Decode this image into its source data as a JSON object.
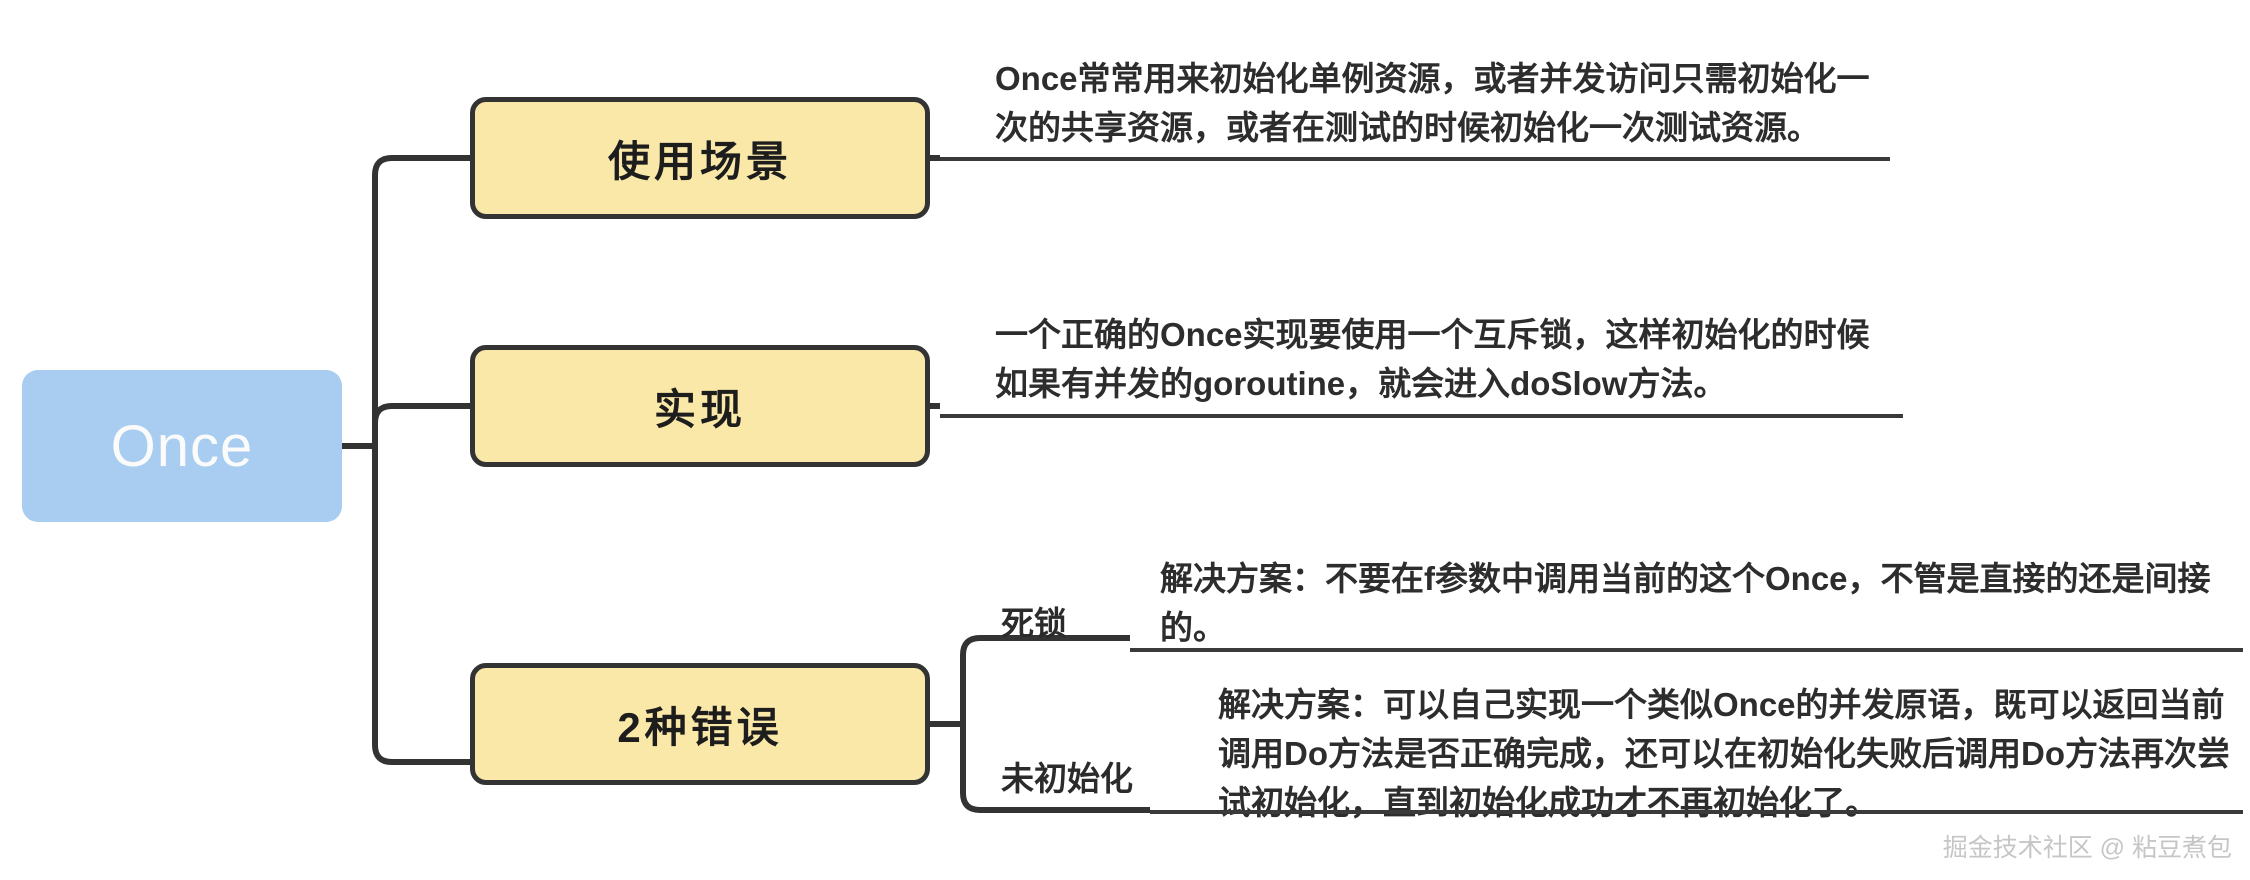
{
  "diagram": {
    "type": "mindmap",
    "root": {
      "label": "Once"
    },
    "branches": [
      {
        "label": "使用场景",
        "detail": "Once常常用来初始化单例资源，或者并发访问只需初始化一次的共享资源，或者在测试的时候初始化一次测试资源。"
      },
      {
        "label": "实现",
        "detail": "一个正确的Once实现要使用一个互斥锁，这样初始化的时候如果有并发的goroutine，就会进入doSlow方法。"
      },
      {
        "label": "2种错误",
        "children": [
          {
            "label": "死锁",
            "detail": "解决方案：不要在f参数中调用当前的这个Once，不管是直接的还是间接的。"
          },
          {
            "label": "未初始化",
            "detail": "解决方案：可以自己实现一个类似Once的并发原语，既可以返回当前调用Do方法是否正确完成，还可以在初始化失败后调用Do方法再次尝试初始化，直到初始化成功才不再初始化了。"
          }
        ]
      }
    ]
  },
  "watermark": {
    "text": "掘金技术社区 @ 粘豆煮包"
  },
  "colors": {
    "root_fill": "#a8cdf0",
    "root_text": "#fbfbfb",
    "branch_fill": "#fae8a8",
    "branch_border": "#333333",
    "connector": "#333333",
    "body_text": "#2d2d2d",
    "watermark_text": "#c6c6c6",
    "background": "#ffffff"
  }
}
